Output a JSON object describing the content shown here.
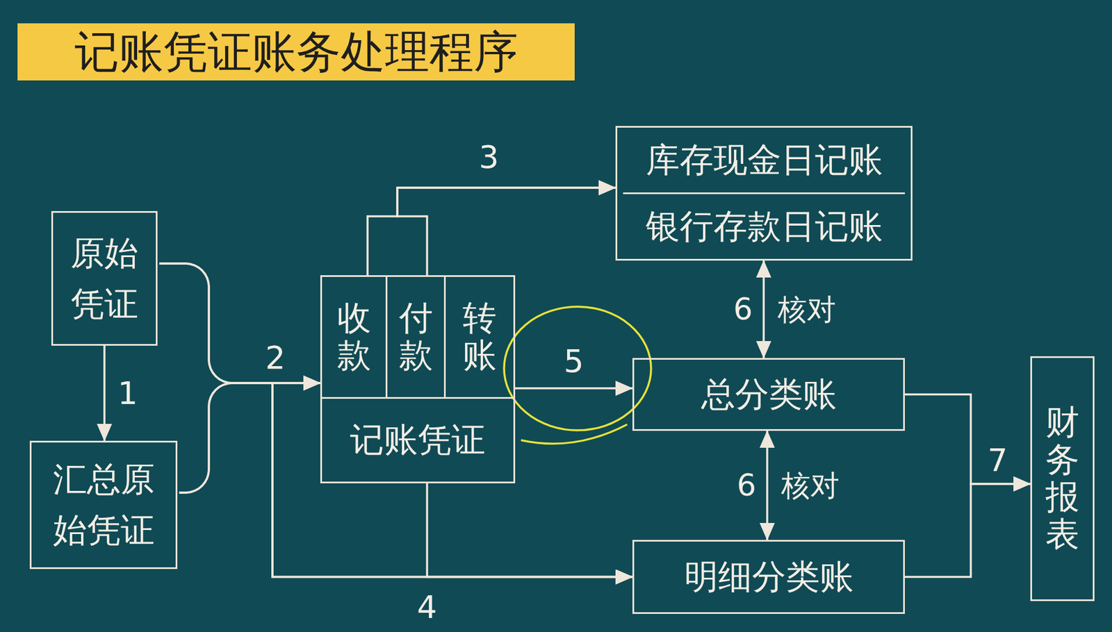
{
  "diagram": {
    "title": "记账凭证账务处理程序",
    "nodes": [
      {
        "text": [
          "原始凭证"
        ]
      },
      {
        "text": [
          "汇总原始凭证"
        ]
      },
      {
        "text": [
          "记账凭证"
        ]
      },
      {
        "text": [
          "收款"
        ],
        "in": 2
      },
      {
        "text": [
          "付款"
        ],
        "in": 2
      },
      {
        "text": [
          "转账"
        ],
        "in": 2
      },
      {
        "text": [
          "库存现金日记账",
          "银行存款日记账"
        ]
      },
      {
        "text": [
          "总分类账"
        ]
      },
      {
        "text": [
          "明细分类账"
        ]
      },
      {
        "text": [
          "财务报表"
        ]
      }
    ],
    "edges": [
      {
        "from": 0,
        "to": 1,
        "arrow": "to",
        "label": "1"
      },
      {
        "from": 0,
        "to": 2,
        "arrow": "to",
        "label": "2"
      },
      {
        "from": 1,
        "to": 2,
        "arrow": "to"
      },
      {
        "from": 3,
        "to": 6,
        "arrow": "to",
        "label": "3"
      },
      {
        "from": 4,
        "to": 6,
        "arrow": "to"
      },
      {
        "from": 2,
        "to": 8,
        "arrow": "to",
        "label": "4"
      },
      {
        "from": 0,
        "to": 8,
        "arrow": "to"
      },
      {
        "from": 1,
        "to": 8,
        "arrow": "to"
      },
      {
        "from": 2,
        "to": 7,
        "arrow": "to",
        "label": "5"
      },
      {
        "from": 6,
        "to": 7,
        "arrow": "both",
        "label": "核对"
      },
      {
        "from": 7,
        "to": 8,
        "arrow": "both",
        "label": "核对"
      },
      {
        "from": 7,
        "to": 9,
        "arrow": "to",
        "label": "7"
      },
      {
        "from": 8,
        "to": 9,
        "arrow": "to"
      }
    ],
    "labels": [
      "6",
      "6"
    ]
  }
}
